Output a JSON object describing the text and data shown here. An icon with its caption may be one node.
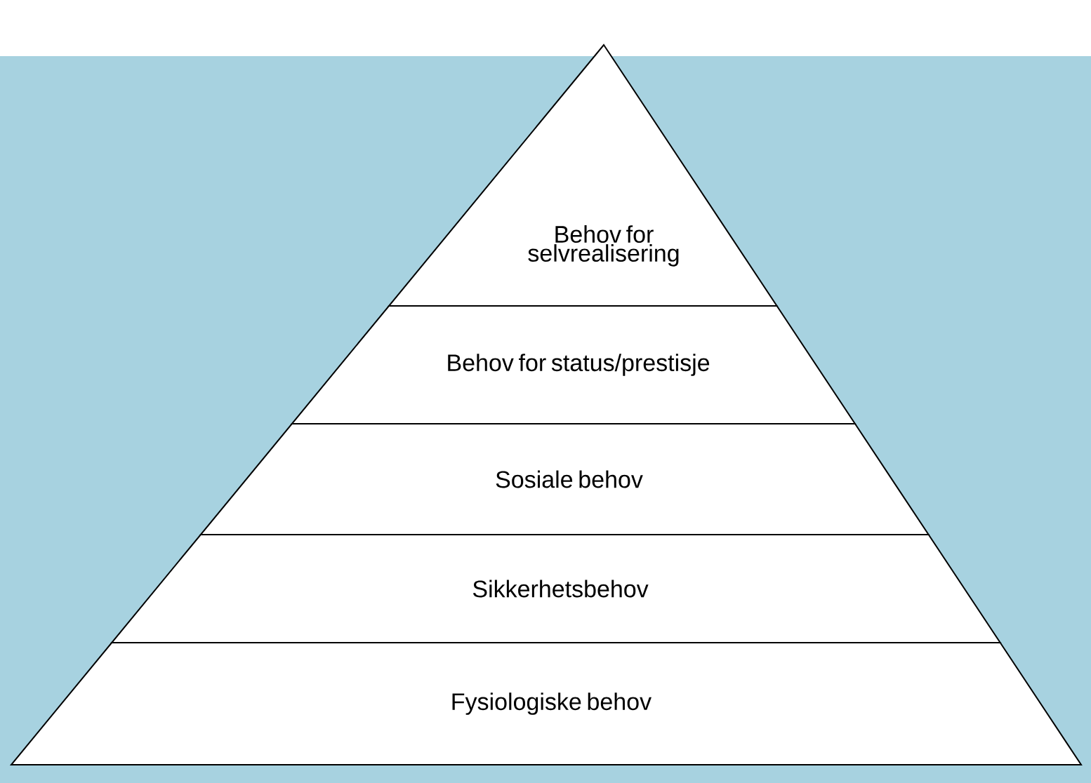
{
  "diagram": {
    "nodes": [
      {
        "text": [
          "Behov for selvrealisering"
        ]
      },
      {
        "text": [
          "Behov for status/prestisje"
        ]
      },
      {
        "text": [
          "Sosiale behov"
        ]
      },
      {
        "text": [
          "Sikkerhetsbehov"
        ]
      },
      {
        "text": [
          "Fysiologiske behov"
        ]
      }
    ]
  }
}
